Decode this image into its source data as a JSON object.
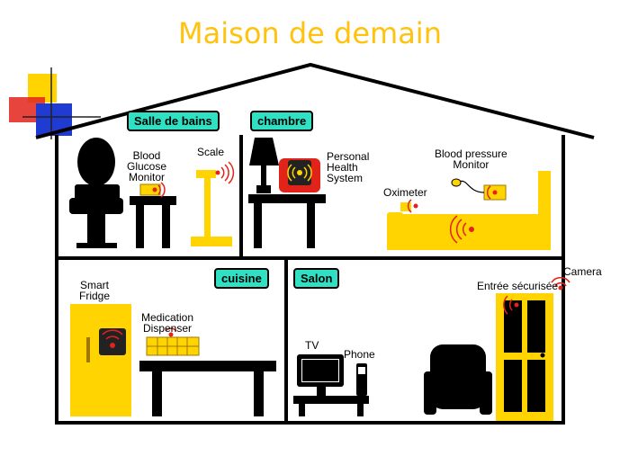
{
  "title": "Maison de demain",
  "rooms": {
    "bathroom": "Salle de bains",
    "bedroom": "chambre",
    "kitchen": "cuisine",
    "living": "Salon"
  },
  "devices": {
    "glucose": "Blood\nGlucose\nMonitor",
    "scale": "Scale",
    "phs": "Personal\nHealth\nSystem",
    "bp": "Blood pressure\nMonitor",
    "oximeter": "Oximeter",
    "fridge": "Smart\nFridge",
    "dispenser": "Medication\nDispenser",
    "tv": "TV",
    "phone": "Phone",
    "entry": "Entrée sécurisée",
    "camera": "Camera"
  },
  "colors": {
    "title": "#ffc20e",
    "tag": "#2fe0c3",
    "device_yellow": "#ffd400",
    "signal_red": "#e2231a",
    "furniture": "#000000"
  }
}
